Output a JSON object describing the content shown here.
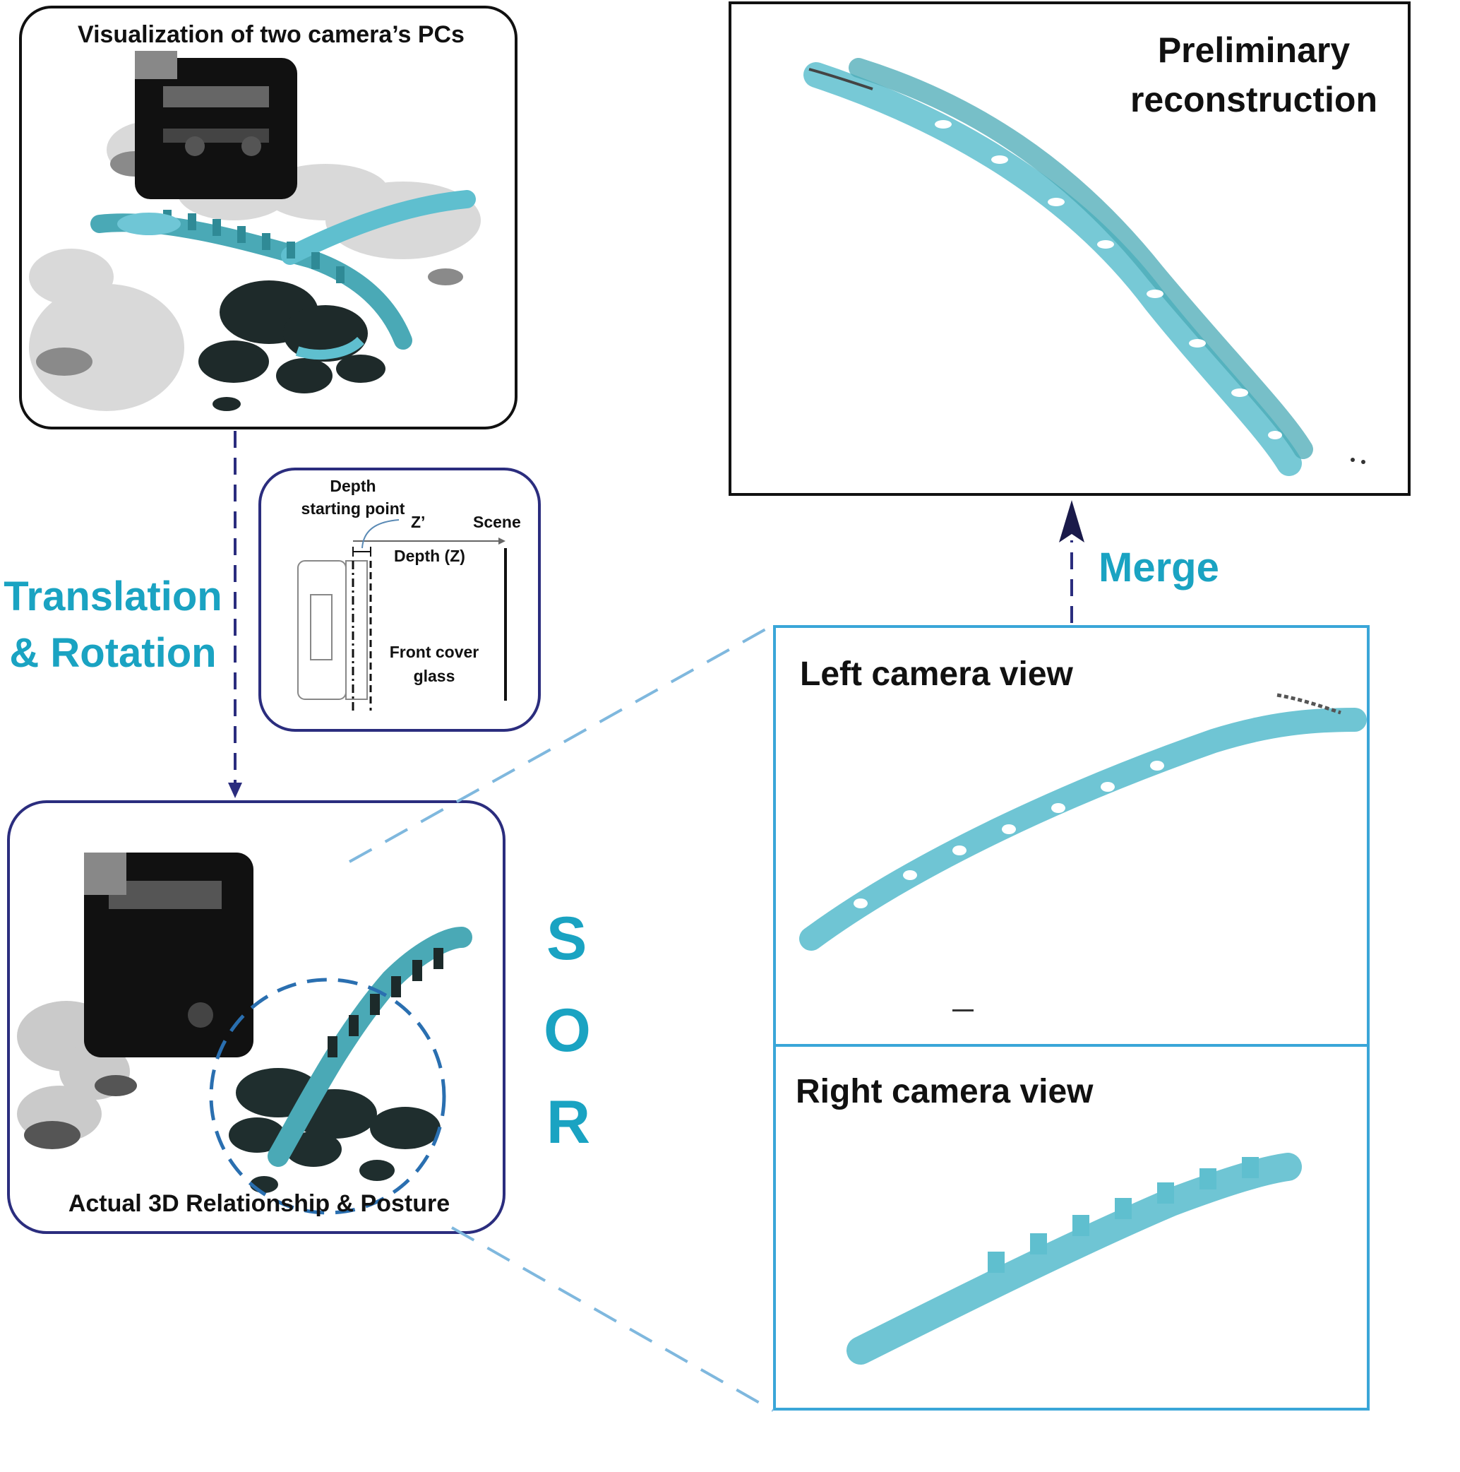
{
  "panels": {
    "top_left": {
      "title": "Visualization of two camera’s PCs"
    },
    "bottom_left": {
      "title": "Actual 3D Relationship & Posture"
    },
    "inset": {
      "depth_start_label": "Depth\nstarting point",
      "z_prime_label": "Z’",
      "scene_label": "Scene",
      "depth_z_label": "Depth (Z)",
      "front_cover_label": "Front cover\nglass"
    },
    "top_right": {
      "title": "Preliminary\nreconstruction"
    },
    "left_view": {
      "title": "Left camera view"
    },
    "right_view": {
      "title": "Right camera view"
    }
  },
  "arrows": {
    "translation_label": "Translation\n& Rotation",
    "merge_label": "Merge",
    "sor_letters": [
      "S",
      "O",
      "R"
    ]
  },
  "colors": {
    "teal": "#1aa3c2",
    "navy": "#2b2d7e",
    "light_blue_border": "#3aa6d8",
    "dashed_blue": "#7fb8de",
    "point_cloud": "#5fbfcf",
    "dark_gray": "#1c1c1c"
  }
}
